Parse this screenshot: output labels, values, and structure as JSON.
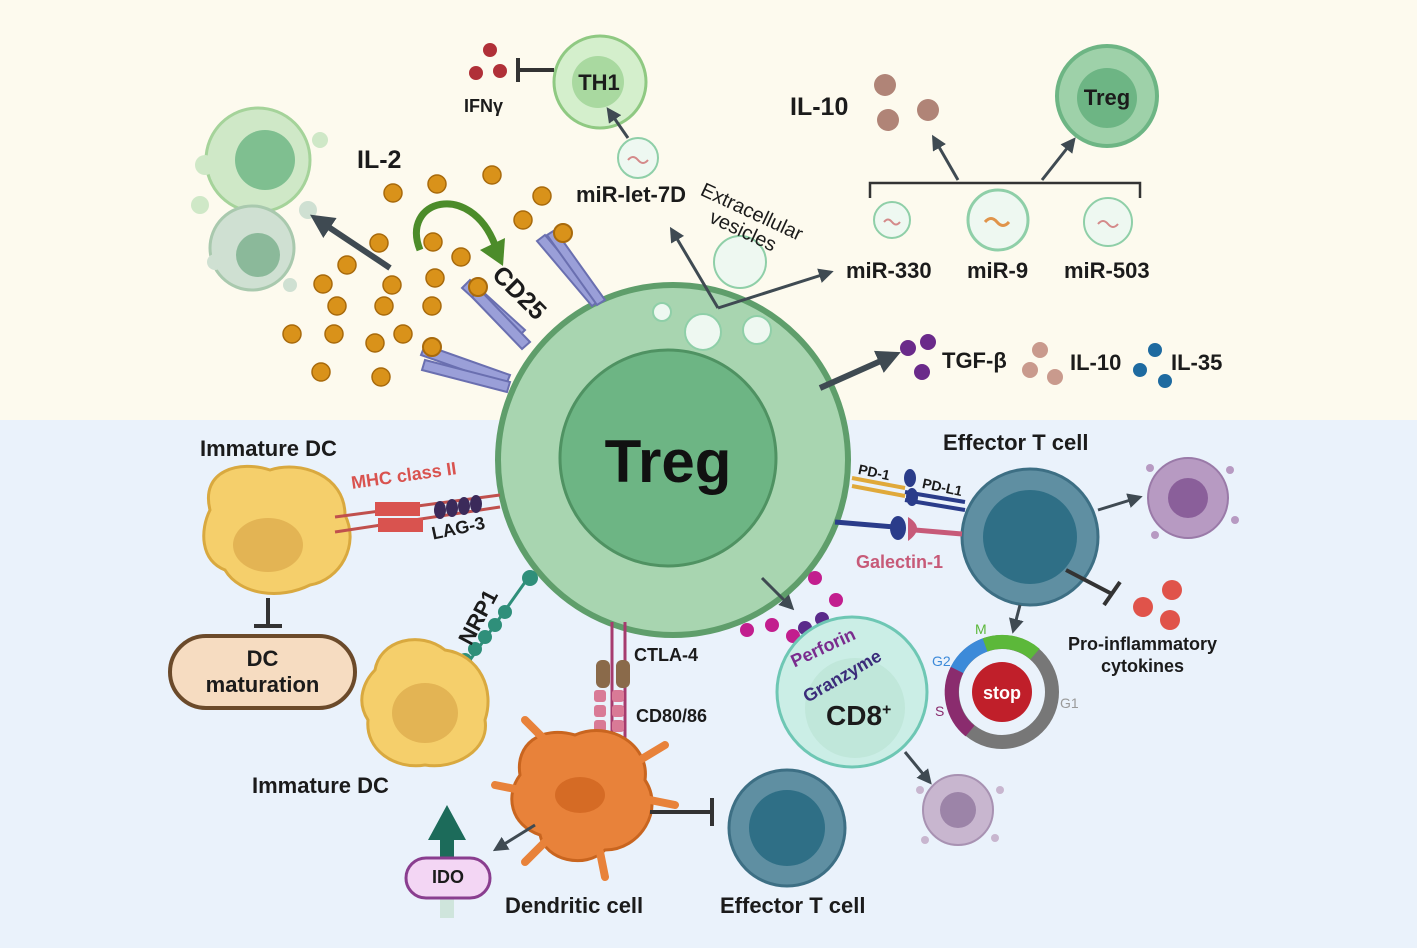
{
  "center_cell": "Treg",
  "top_left": {
    "cytokine": "IL-2",
    "receptor": "CD25"
  },
  "th1": {
    "cell": "TH1",
    "inhibited": "IFNγ"
  },
  "mirna_let": "miR-let-7D",
  "vesicles": "Extracellular\nvesicles",
  "top_right": {
    "il10": "IL-10",
    "treg": "Treg",
    "mirs": [
      "miR-330",
      "miR-9",
      "miR-503"
    ]
  },
  "secreted": {
    "tgf": "TGF-β",
    "il10": "IL-10",
    "il35": "IL-35"
  },
  "left": {
    "immature_dc_top": "Immature DC",
    "mhc": "MHC class II",
    "lag3": "LAG-3",
    "dc_maturation": "DC\nmaturation",
    "nrp1": "NRP1",
    "immature_dc_bottom": "Immature DC",
    "ido": "IDO"
  },
  "bottom": {
    "ctla4": "CTLA-4",
    "cd80": "CD80/86",
    "dendritic": "Dendritic cell",
    "effector": "Effector T cell"
  },
  "right": {
    "effector": "Effector T cell",
    "pd1": "PD-1",
    "pdl1": "PD-L1",
    "galectin": "Galectin-1",
    "pro_inflam": "Pro-inflammatory\ncytokines"
  },
  "cd8": {
    "perforin": "Perforin",
    "granzyme": "Granzyme",
    "label": "CD8",
    "sup": "+"
  },
  "cycle": {
    "stop": "stop",
    "m": "M",
    "g2": "G2",
    "s": "S",
    "g1": "G1"
  }
}
